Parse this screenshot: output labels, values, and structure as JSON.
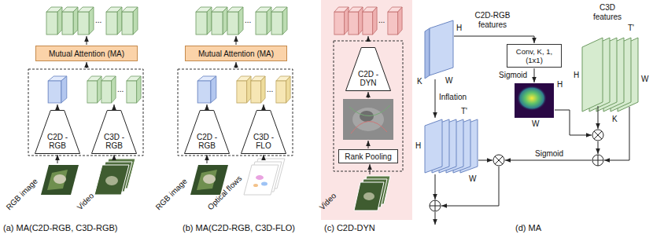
{
  "diagram": {
    "nodes": [
      {
        "text": [
          "Mutual Attention (MA)"
        ]
      },
      {
        "text": [
          "C2D -RGB"
        ]
      },
      {
        "text": [
          "C3D -RGB"
        ]
      },
      {
        "text": [
          "Mutual Attention (MA)"
        ]
      },
      {
        "text": [
          "C2D -RGB"
        ]
      },
      {
        "text": [
          "C3D -FLO"
        ]
      },
      {
        "text": [
          "C2D -DYN"
        ]
      },
      {
        "text": [
          "Rank Pooling"
        ]
      },
      {
        "text": [
          "Conv, K, 1, (1x1)"
        ]
      }
    ],
    "labels": [
      "...",
      "...",
      "RGB image",
      "Video",
      "(a) MA(C2D-RGB, C3D-RGB)",
      "...",
      "...",
      "RGB image",
      "Optical flows",
      "(b) MA(C2D-RGB, C3D-FLO)",
      "...",
      "Video",
      "(c) C2D-DYN",
      "C2D-RGB features",
      "H",
      "K",
      "W",
      "Inflation",
      "T'",
      "H",
      "W",
      "Sigmoid",
      "H",
      "W",
      "C3D features",
      "T'",
      "H",
      "K",
      "W",
      "Sigmoid",
      "(d) MA"
    ]
  }
}
